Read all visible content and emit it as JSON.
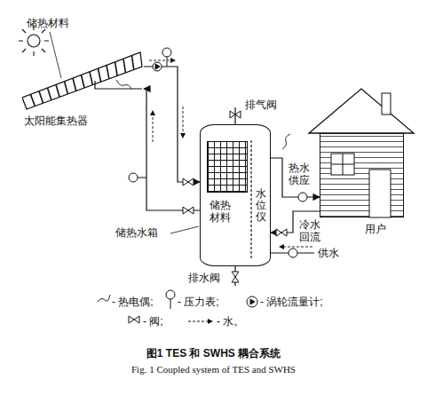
{
  "diagram": {
    "title": "图1 TES 和 SWHS 耦合系统",
    "caption": "Fig. 1 Coupled system of TES and SWHS",
    "nodes": [
      {
        "text": [
          "太阳能集热器"
        ]
      },
      {
        "text": [
          "储热水箱"
        ]
      },
      {
        "text": [
          "储热材料"
        ],
        "in": 1
      },
      {
        "text": [
          "水位仪"
        ],
        "in": 1
      },
      {
        "text": [
          "用户"
        ]
      }
    ],
    "edges": [
      {
        "from": 0,
        "to": 1,
        "arrow": "to"
      },
      {
        "from": 1,
        "to": 0,
        "arrow": "to"
      },
      {
        "from": 1,
        "to": 4,
        "label": "热水供应",
        "arrow": "to"
      },
      {
        "from": 4,
        "to": 1,
        "label": "冷水回流",
        "arrow": "to"
      }
    ],
    "labels": [
      "储热材料",
      "排气阀",
      "排水阀",
      "供水"
    ],
    "legend": [
      {
        "text": "- 热电偶;"
      },
      {
        "text": "- 压力表;"
      },
      {
        "text": "- 涡轮流量计;"
      },
      {
        "text": "- 阀;"
      },
      {
        "text": "- 水。"
      }
    ]
  }
}
